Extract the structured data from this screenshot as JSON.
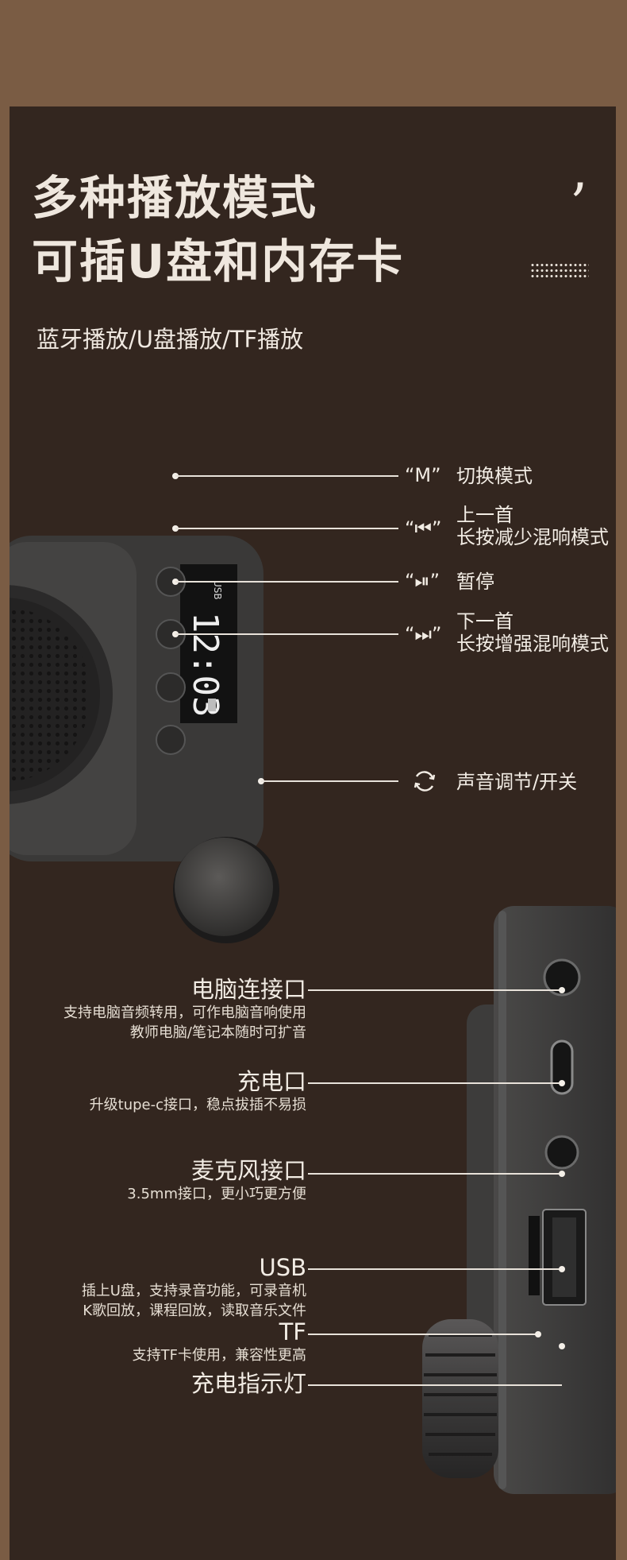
{
  "header": {
    "title_line1": "多种播放模式",
    "title_line2": "可插U盘和内存卡",
    "subtitle": "蓝牙播放/U盘播放/TF播放",
    "quote_mark": "’"
  },
  "device_display": {
    "usb_text": "USB",
    "time": "12:03"
  },
  "buttons": [
    {
      "symbol": "“M”",
      "label": "切换模式"
    },
    {
      "symbol": "“⏮”",
      "label_line1": "上一首",
      "label_line2": "长按减少混响模式"
    },
    {
      "symbol": "“⏯”",
      "label": "暂停"
    },
    {
      "symbol": "“⏭”",
      "label_line1": "下一首",
      "label_line2": "长按增强混响模式"
    },
    {
      "icon": "refresh-icon",
      "label": "声音调节/开关"
    }
  ],
  "ports": [
    {
      "title": "电脑连接口",
      "desc_line1": "支持电脑音频转用，可作电脑音响使用",
      "desc_line2": "教师电脑/笔记本随时可扩音"
    },
    {
      "title": "充电口",
      "desc_line1": "升级tupe-c接口，稳点拔插不易损"
    },
    {
      "title": "麦克风接口",
      "desc_line1": "3.5mm接口，更小巧更方便"
    },
    {
      "title": "USB",
      "desc_line1": "插上U盘，支持录音功能，可录音机",
      "desc_line2": "K歌回放，课程回放，读取音乐文件"
    },
    {
      "title": "TF",
      "desc_line1": "支持TF卡使用，兼容性更高"
    },
    {
      "title": "充电指示灯"
    }
  ],
  "colors": {
    "outer_bg": "#7a5c44",
    "panel_bg": "#33261f",
    "text": "#f2ece4"
  }
}
